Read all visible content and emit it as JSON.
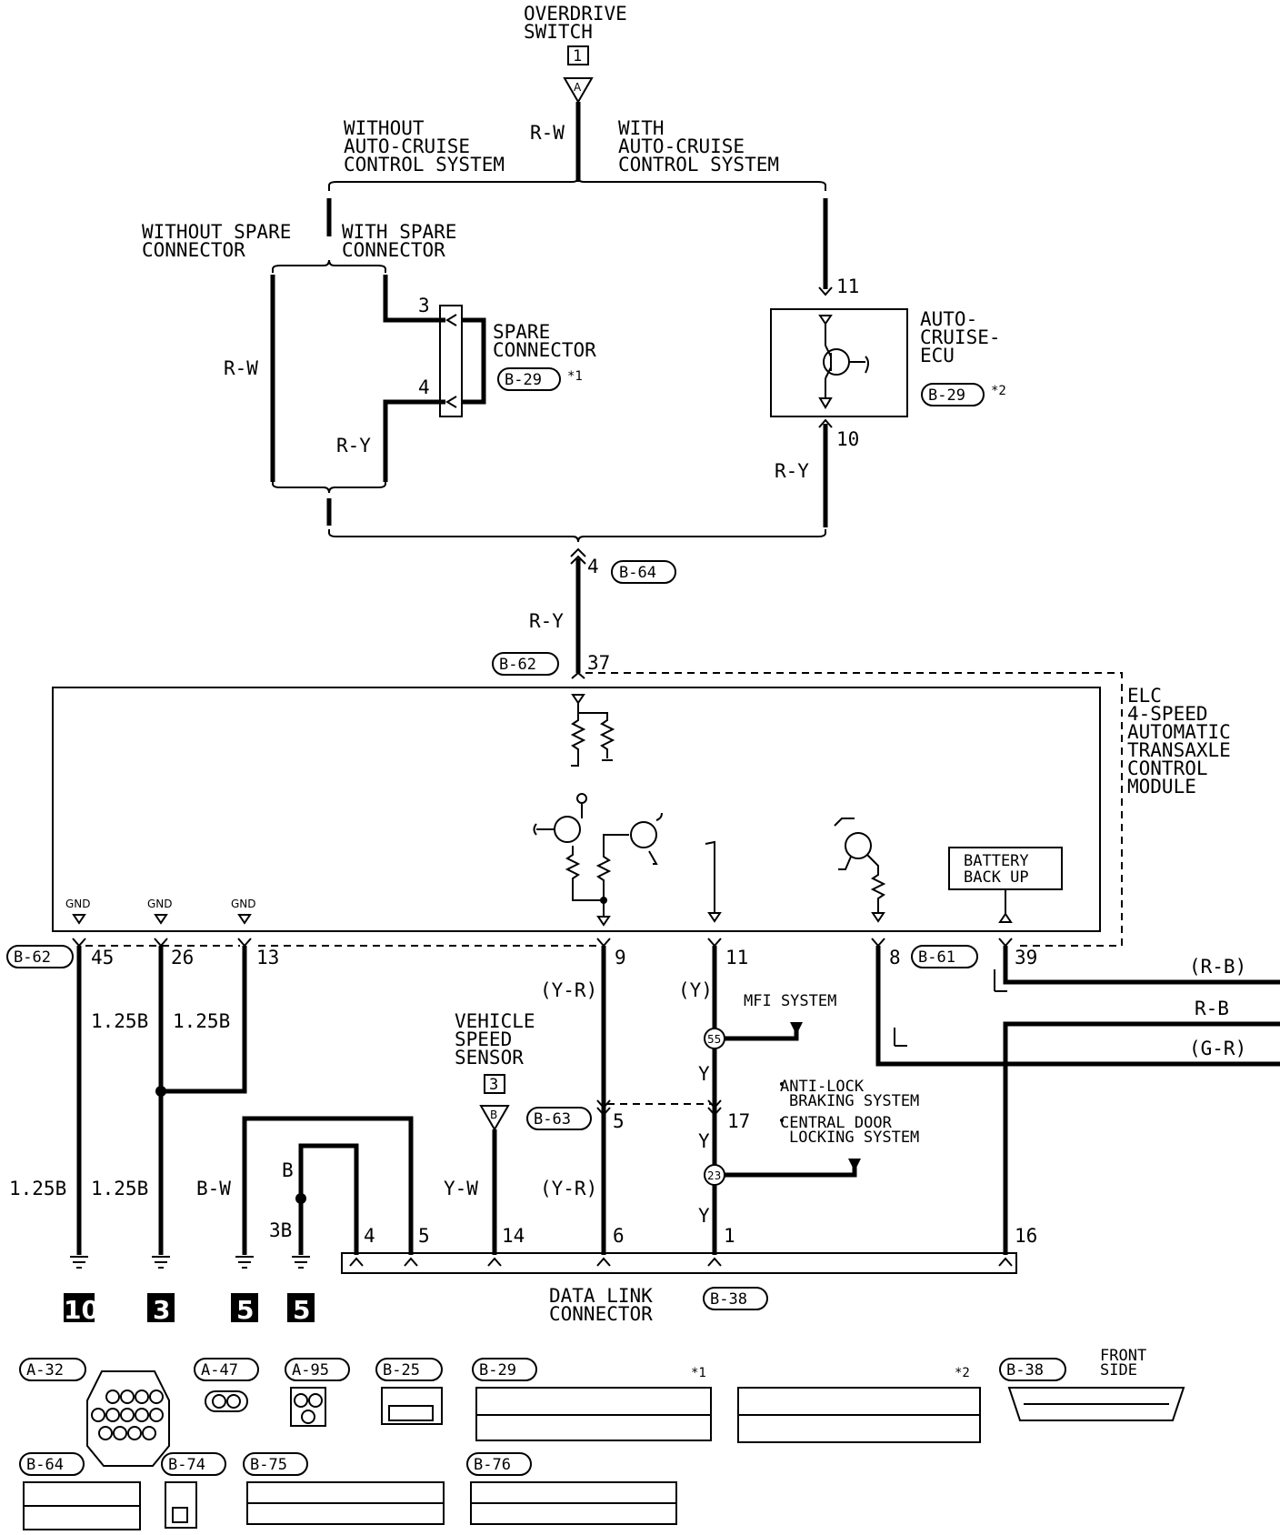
{
  "overdrive": {
    "title1": "OVERDRIVE",
    "title2": "SWITCH",
    "num": "1",
    "pin": "A",
    "wire": "R-W"
  },
  "branch_without_acc": [
    "WITHOUT",
    "AUTO-CRUISE",
    "CONTROL SYSTEM"
  ],
  "branch_with_acc": [
    "WITH",
    "AUTO-CRUISE",
    "CONTROL SYSTEM"
  ],
  "without_spare": [
    "WITHOUT SPARE",
    "CONNECTOR"
  ],
  "with_spare": [
    "WITH SPARE",
    "CONNECTOR"
  ],
  "spare_connector": {
    "title1": "SPARE",
    "title2": "CONNECTOR",
    "ref": "B-29",
    "note": "*1",
    "pin_top": "3",
    "pin_bot": "4",
    "wire_left": "R-W",
    "wire_bot": "R-Y"
  },
  "acc_ecu": {
    "title1": "AUTO-",
    "title2": "CRUISE-",
    "title3": "ECU",
    "ref": "B-29",
    "note": "*2",
    "pin_top": "11",
    "pin_bot": "10",
    "wire": "R-Y"
  },
  "junction": {
    "pin": "4",
    "ref": "B-64",
    "wire": "R-Y"
  },
  "module": {
    "title": [
      "ELC",
      "4-SPEED",
      "AUTOMATIC",
      "TRANSAXLE",
      "CONTROL",
      "MODULE"
    ],
    "ref_top": "B-62",
    "pin_top": "37",
    "ref_left": "B-62",
    "ref_right": "B-61",
    "battery": [
      "BATTERY",
      "BACK UP"
    ],
    "gnd": "GND",
    "pins": [
      "45",
      "26",
      "13",
      "9",
      "11",
      "8",
      "39"
    ]
  },
  "wires": {
    "w125b_1": "1.25B",
    "w125b_2": "1.25B",
    "w125b_3": "1.25B",
    "w125b_4": "1.25B",
    "bw": "B-W",
    "b": "B",
    "b3": "3B",
    "yr1": "(Y-R)",
    "yr2": "(Y-R)",
    "y_paren": "(Y)",
    "y1": "Y",
    "y2": "Y",
    "y3": "Y",
    "yw": "Y-W",
    "rb_paren": "(R-B)",
    "rb": "R-B",
    "gr_paren": "(G-R)"
  },
  "mfi": "MFI SYSTEM",
  "abs": [
    "ANTI-LOCK",
    "BRAKING SYSTEM"
  ],
  "cdl": [
    "CENTRAL DOOR",
    "LOCKING SYSTEM"
  ],
  "junctions": {
    "j55": "55",
    "j23": "23"
  },
  "vss": {
    "title": [
      "VEHICLE",
      "SPEED",
      "SENSOR"
    ],
    "num": "3",
    "pin": "B",
    "ref": "B-63",
    "pin_num": "5",
    "pin17": "17"
  },
  "dlc": {
    "title1": "DATA LINK",
    "title2": "CONNECTOR",
    "ref": "B-38",
    "pins": [
      "4",
      "5",
      "14",
      "6",
      "1",
      "16"
    ]
  },
  "grounds": [
    "10",
    "3",
    "5",
    "5"
  ],
  "connectors": {
    "a32": "A-32",
    "a47": "A-47",
    "a95": "A-95",
    "b25": "B-25",
    "b29": "B-29",
    "b38": "B-38",
    "b64": "B-64",
    "b74": "B-74",
    "b75": "B-75",
    "b76": "B-76",
    "note1": "*1",
    "note2": "*2",
    "front": [
      "FRONT",
      "SIDE"
    ]
  },
  "colors": {
    "ink": "#000000",
    "paper": "#ffffff"
  }
}
